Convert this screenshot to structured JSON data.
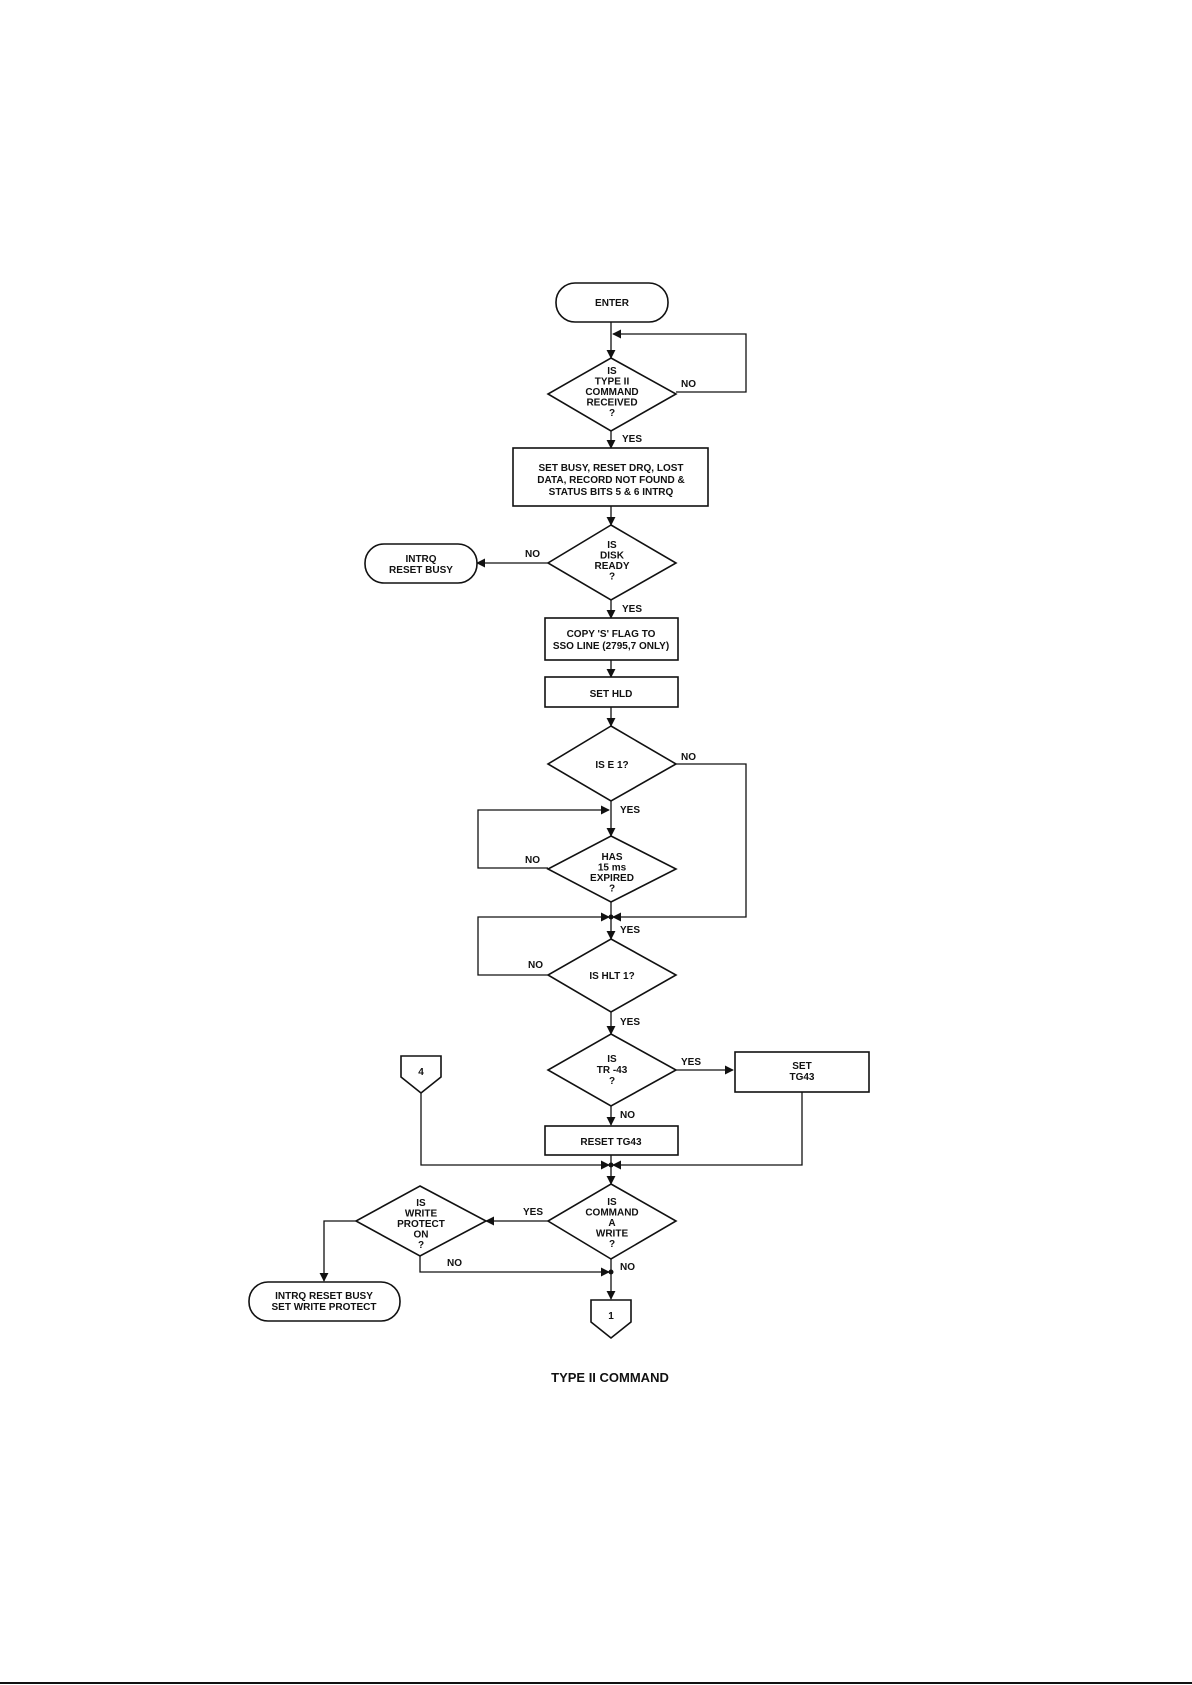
{
  "nodes": {
    "enter": [
      "ENTER"
    ],
    "type2_received": [
      "IS",
      "TYPE II",
      "COMMAND",
      "RECEIVED",
      "?"
    ],
    "set_busy": [
      "SET BUSY, RESET DRQ, LOST",
      "DATA, RECORD NOT FOUND &",
      "STATUS BITS 5 & 6 INTRQ"
    ],
    "disk_ready": [
      "IS",
      "DISK",
      "READY",
      "?"
    ],
    "intrq_reset_busy": [
      "INTRQ",
      "RESET BUSY"
    ],
    "copy_s_flag": [
      "COPY 'S' FLAG TO",
      "SSO LINE (2795,7 ONLY)"
    ],
    "set_hld": [
      "SET HLD"
    ],
    "is_e_1": [
      "IS E     1?"
    ],
    "has_15ms": [
      "HAS",
      "15 ms",
      "EXPIRED",
      "?"
    ],
    "is_hlt_1": [
      "IS HLT      1?"
    ],
    "is_tr43": [
      "IS",
      "TR  -43",
      "?"
    ],
    "set_tg43": [
      "SET",
      "TG43"
    ],
    "reset_tg43": [
      "RESET TG43"
    ],
    "command_write": [
      "IS",
      "COMMAND",
      "A",
      "WRITE",
      "?"
    ],
    "write_protect": [
      "IS",
      "WRITE",
      "PROTECT",
      "ON",
      "?"
    ],
    "intrq_write_protect": [
      "INTRQ  RESET BUSY",
      "SET WRITE PROTECT"
    ],
    "connector_4": [
      "4"
    ],
    "connector_1": [
      "1"
    ]
  },
  "edges": {
    "type2_no": "NO",
    "type2_yes": "YES",
    "disk_no": "NO",
    "disk_yes": "YES",
    "e_no": "NO",
    "e_yes": "YES",
    "ms_no": "NO",
    "ms_yes": "YES",
    "hlt_no": "NO",
    "hlt_yes": "YES",
    "tr_yes": "YES",
    "tr_no": "NO",
    "write_yes": "YES",
    "write_no": "NO",
    "protect_no": "NO"
  },
  "caption": "TYPE II COMMAND"
}
